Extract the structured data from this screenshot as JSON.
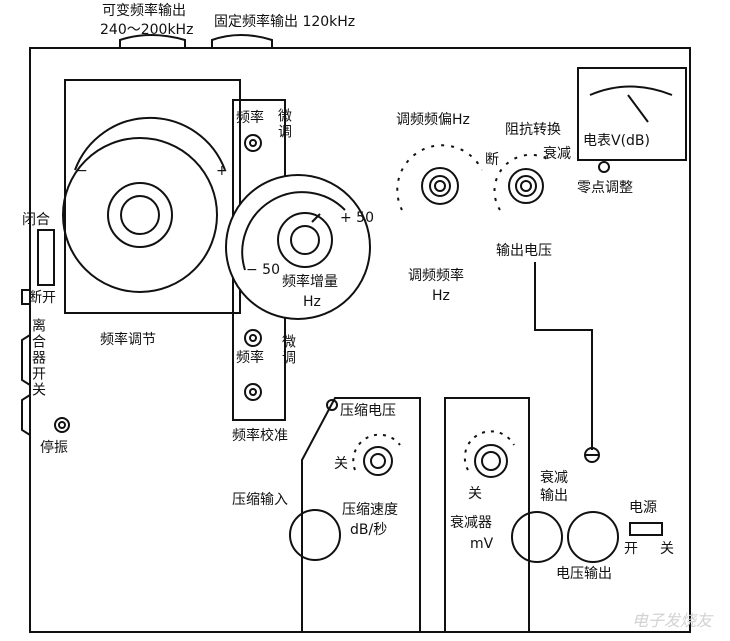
{
  "colors": {
    "ink": "#111111",
    "watermark": "#cfcfcf",
    "paper": "#ffffff"
  },
  "top": {
    "variable_output": "可变频率输出",
    "variable_range": "240～200kHz",
    "fixed_output": "固定频率输出 120kHz"
  },
  "dial": {
    "minus": "−",
    "plus": "+",
    "label": "频率调节"
  },
  "fine_panel": {
    "freq_top": "频率",
    "fine_top": "微调",
    "freq_bottom": "频率",
    "fine_bottom": "微调",
    "calibrate": "频率校准"
  },
  "increment_dial": {
    "plus50": "+ 50",
    "minus50": "− 50",
    "label1": "频率增量",
    "label2": "Hz"
  },
  "fm": {
    "deviation": "调频频偏Hz",
    "freq1": "调频频率",
    "freq2": "Hz",
    "off": "断"
  },
  "impedance": {
    "label": "阻抗转换",
    "attenuate": "衰减",
    "output_voltage": "输出电压"
  },
  "meter": {
    "label": "电表V(dB)",
    "zero_adjust": "零点调整"
  },
  "left_side": {
    "close": "闭合",
    "open": "断开",
    "clutch": "离合器开关",
    "stop": "停振"
  },
  "compress": {
    "voltage": "压缩电压",
    "off": "关",
    "input": "压缩输入",
    "speed": "压缩速度",
    "speed_unit": "dB/秒"
  },
  "attenuator": {
    "off": "关",
    "label": "衰减器",
    "unit": "mV",
    "output1": "衰减",
    "output2": "输出"
  },
  "power": {
    "label": "电源",
    "on": "开",
    "off": "关",
    "voltage_output": "电压输出"
  },
  "watermark": "电子发烧友"
}
